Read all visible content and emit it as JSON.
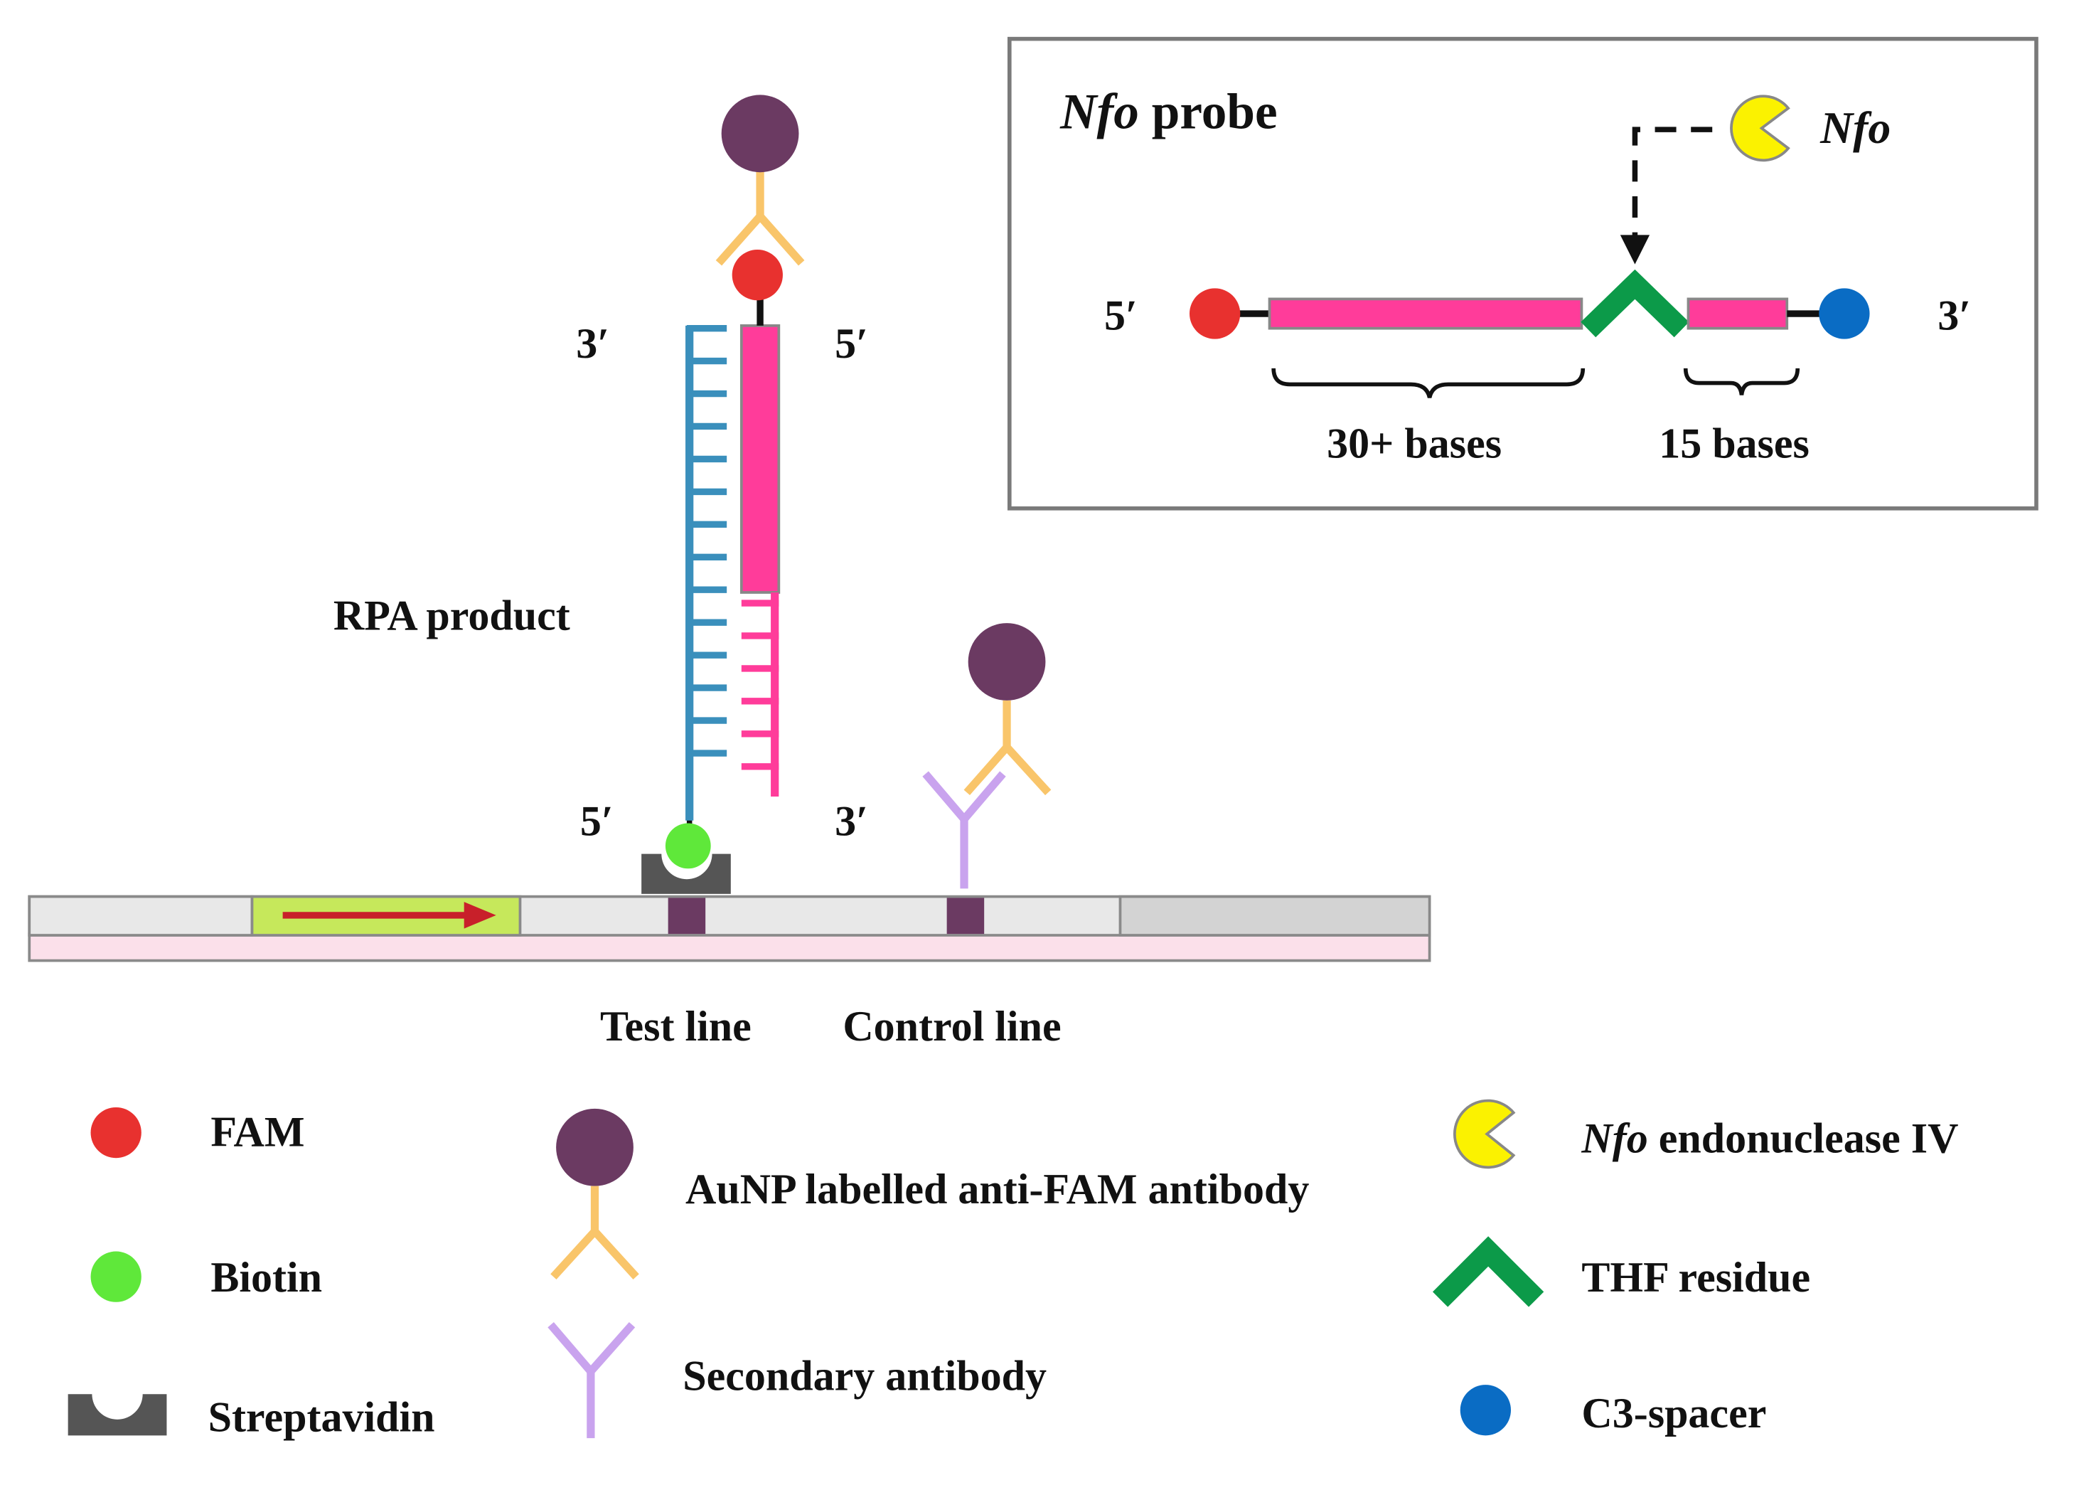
{
  "colors": {
    "fam": "#e8312f",
    "biotin": "#5fe83a",
    "streptavidin": "#555555",
    "aunp": "#6b3a62",
    "anti_fam_antibody": "#f9c56a",
    "secondary_antibody": "#c9a3ee",
    "nfo": "#fbf200",
    "thf": "#0c9a49",
    "c3_spacer": "#0a6cc4",
    "probe": "#ff3c9a",
    "rpa_strand": "#3a8fbc",
    "strip_membrane": "#e8e8e8",
    "strip_backing": "#fbe0ea",
    "conjugate_pad": "#c6e85b",
    "absorbent_pad": "#d3d3d3",
    "flow_arrow": "#c8202a",
    "line_mark": "#6b3a62"
  },
  "main": {
    "rpa_label": "RPA product",
    "prime_3_left": "3′",
    "prime_5_right": "5′",
    "prime_5_left": "5′",
    "prime_3_right": "3′",
    "test_line_label": "Test line",
    "control_line_label": "Control line"
  },
  "inset": {
    "title_italic": "Nfo",
    "title_rest": " probe",
    "nfo_label": "Nfo",
    "prime_5": "5′",
    "prime_3": "3′",
    "bases_long": "30+ bases",
    "bases_short": "15 bases"
  },
  "legend": {
    "fam": "FAM",
    "biotin": "Biotin",
    "streptavidin": "Streptavidin",
    "aunp_antibody": "AuNP labelled anti-FAM antibody",
    "secondary_antibody": "Secondary antibody",
    "nfo_italic": "Nfo",
    "nfo_rest": " endonuclease IV",
    "thf": "THF residue",
    "c3_spacer": "C3-spacer"
  }
}
